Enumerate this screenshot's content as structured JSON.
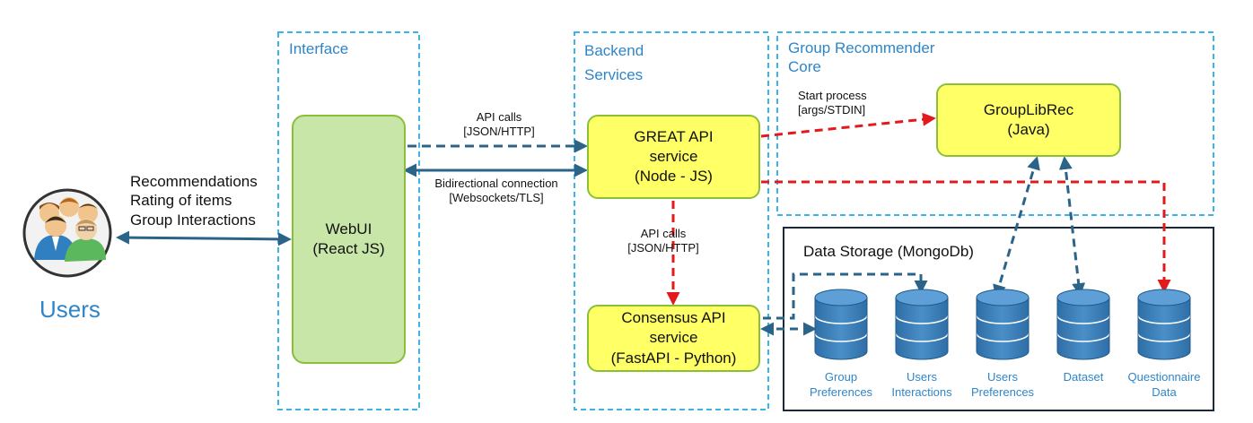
{
  "regions": {
    "interface": "Interface",
    "backend": [
      "Backend",
      "Services"
    ],
    "core": [
      "Group Recommender",
      "Core"
    ],
    "storage": "Data Storage (MongoDb)"
  },
  "nodes": {
    "users": "Users",
    "webui": [
      "WebUI",
      "(React JS)"
    ],
    "great_api": [
      "GREAT API",
      "service",
      "(Node - JS)"
    ],
    "consensus_api": [
      "Consensus API",
      "service",
      "(FastAPI - Python)"
    ],
    "grouplibrec": [
      "GroupLibRec",
      "(Java)"
    ]
  },
  "databases": [
    {
      "line1": "Group",
      "line2": "Preferences"
    },
    {
      "line1": "Users",
      "line2": "Interactions"
    },
    {
      "line1": "Users",
      "line2": "Preferences"
    },
    {
      "line1": "Dataset",
      "line2": ""
    },
    {
      "line1": "Questionnaire",
      "line2": "Data"
    }
  ],
  "edge_labels": {
    "users_webui": [
      "Recommendations",
      "Rating of items",
      "Group Interactions"
    ],
    "api_calls_1": [
      "API calls",
      "[JSON/HTTP]"
    ],
    "bidirectional": [
      "Bidirectional connection",
      "[Websockets/TLS]"
    ],
    "api_calls_2": [
      "API calls",
      "[JSON/HTTP]"
    ],
    "start_process": [
      "Start process",
      "[args/STDIN]"
    ]
  },
  "colors": {
    "region_border": "#3db4e8",
    "region_title": "#2e86c8",
    "service_fill": "#ffff66",
    "service_border": "#8bbf3a",
    "webui_fill": "#c7e6a8",
    "db_fill": "#3d7fb8",
    "arrow_blue": "#2b6488",
    "arrow_red": "#e31a1c"
  }
}
